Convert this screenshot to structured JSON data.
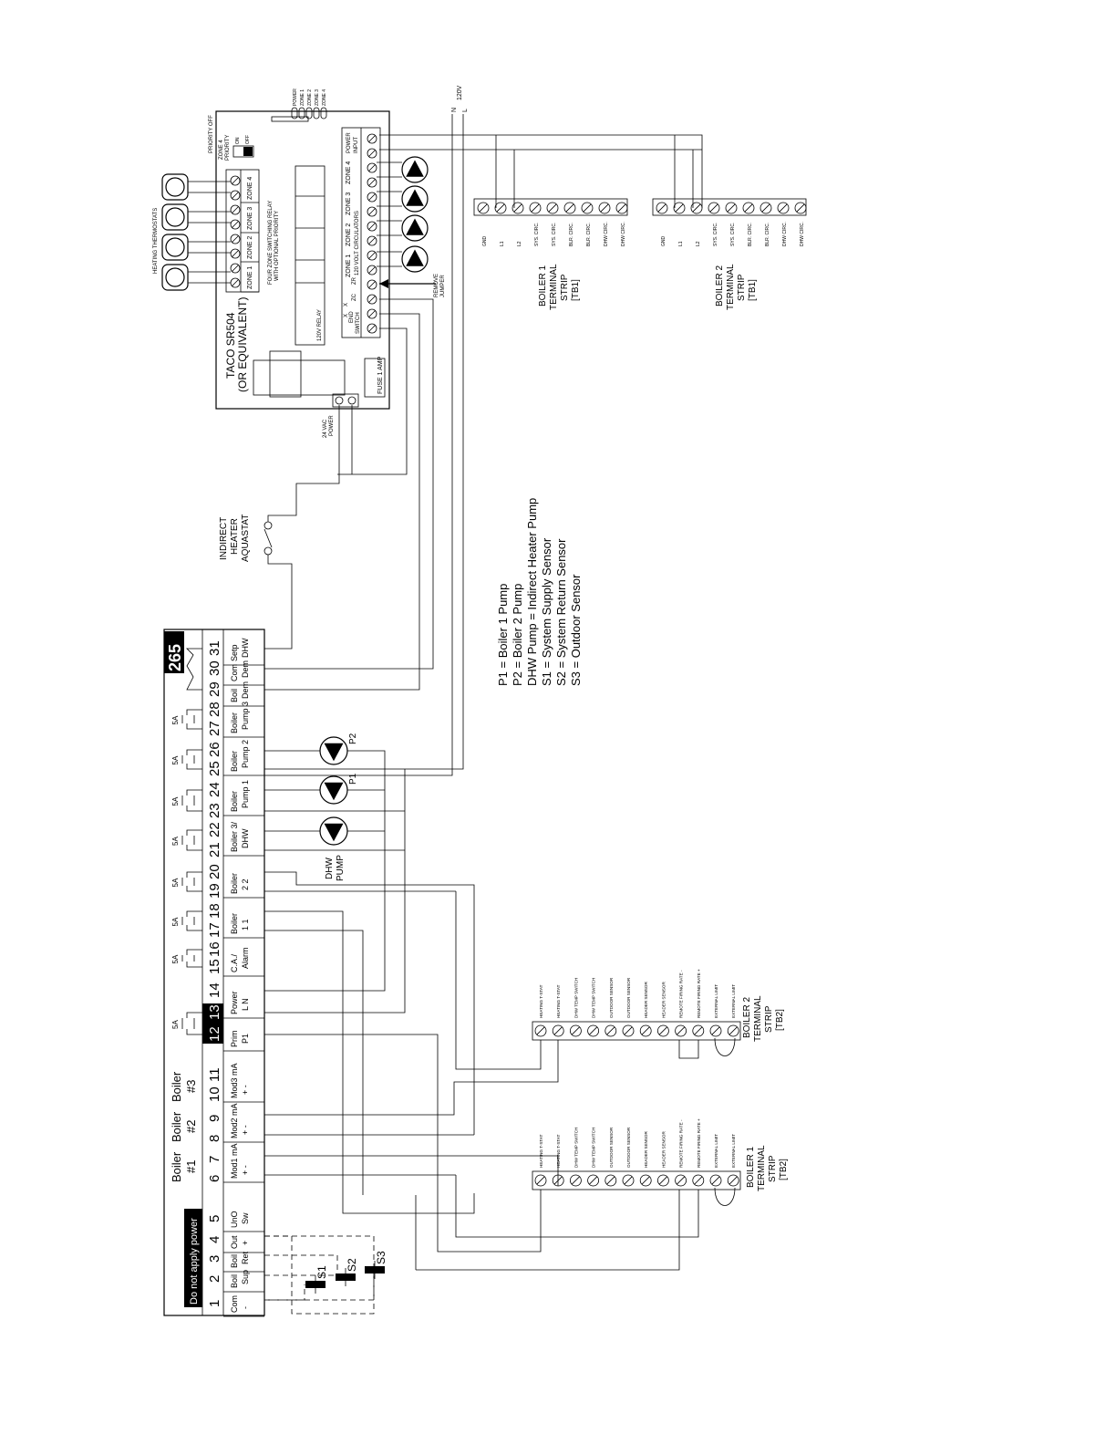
{
  "colors": {
    "ink": "#000000",
    "paper": "#ffffff"
  },
  "zone_panel": {
    "model": "TACO SR504",
    "model_sub": "(OR EQUIVALENT)",
    "relay_desc_1": "FOUR ZONE SWITCHING RELAY",
    "relay_desc_2": "WITH OPTIONAL PRIORITY",
    "relay_label": "120V RELAY",
    "fuse_label": "FUSE 1 AMP",
    "priority_off": "PRIORITY OFF",
    "zone4_priority_1": "ZONE 4",
    "zone4_priority_2": "PRIORITY",
    "switch_on": "ON",
    "switch_off": "OFF",
    "zone_labels": [
      "ZONE 1",
      "ZONE 2",
      "ZONE 3",
      "ZONE 4"
    ],
    "circulator_zone_labels": [
      "ZONE 1",
      "ZONE 2",
      "ZONE 3",
      "ZONE 4"
    ],
    "circulators_label": "120 VOLT CIRCULATORS",
    "power_input_1": "POWER",
    "power_input_2": "INPUT",
    "zc_label": "ZC",
    "zr_label": "ZR",
    "end_switch_x1": "X",
    "end_switch_x2": "X",
    "end_switch_1": "END",
    "end_switch_2": "SWITCH",
    "led_labels": [
      "POWER",
      "ZONE 1",
      "ZONE 2",
      "ZONE 3",
      "ZONE 4"
    ],
    "vac_power_1": "24 VAC",
    "vac_power_2": "POWER",
    "remove_jumper_1": "REMOVE",
    "remove_jumper_2": "JUMPER"
  },
  "thermostats_label": "HEATING THERMOSTATS",
  "supply": {
    "n": "N",
    "l": "L",
    "voltage": "120V"
  },
  "tb1_strips": [
    {
      "title_1": "BOILER 1",
      "title_2": "TERMINAL",
      "title_3": "STRIP",
      "title_4": "[TB1]",
      "terminals": [
        "GND",
        "L1",
        "L2",
        "SYS. CIRC.",
        "SYS. CIRC.",
        "BLR. CIRC.",
        "BLR. CIRC.",
        "DHW CIRC.",
        "DHW CIRC."
      ]
    },
    {
      "title_1": "BOILER 2",
      "title_2": "TERMINAL",
      "title_3": "STRIP",
      "title_4": "[TB1]",
      "terminals": [
        "GND",
        "L1",
        "L2",
        "SYS. CIRC.",
        "SYS. CIRC.",
        "BLR. CIRC.",
        "BLR. CIRC.",
        "DHW CIRC.",
        "DHW CIRC."
      ]
    }
  ],
  "tb2_strips": [
    {
      "title_1": "BOILER 2",
      "title_2": "TERMINAL",
      "title_3": "STRIP",
      "title_4": "[TB2]",
      "terminals": [
        "HEATING T-STAT",
        "HEATING T-STAT",
        "DHW TEMP SWITCH",
        "DHW TEMP SWITCH",
        "OUTDOOR SENSOR",
        "OUTDOOR SENSOR",
        "HEADER SENSOR",
        "HEADER SENSOR",
        "REMOTE FIRING RATE -",
        "REMOTE FIRING RATE +",
        "EXTERNAL LIMIT",
        "EXTERNAL LIMIT"
      ]
    },
    {
      "title_1": "BOILER 1",
      "title_2": "TERMINAL",
      "title_3": "STRIP",
      "title_4": "[TB2]",
      "terminals": [
        "HEATING T-STAT",
        "HEATING T-STAT",
        "DHW TEMP SWITCH",
        "DHW TEMP SWITCH",
        "OUTDOOR SENSOR",
        "OUTDOOR SENSOR",
        "HEADER SENSOR",
        "HEADER SENSOR",
        "REMOTE FIRING RATE -",
        "REMOTE FIRING RATE +",
        "EXTERNAL LIMIT",
        "EXTERNAL LIMIT"
      ]
    }
  ],
  "aquastat": {
    "l1": "INDIRECT",
    "l2": "HEATER",
    "l3": "AQUASTAT"
  },
  "legend": [
    "P1 = Boiler 1 Pump",
    "P2 = Boiler 2 Pump",
    "DHW Pump = Indirect Heater Pump",
    "S1 = System Supply Sensor",
    "S2 = System Return Sensor",
    "S3 = Outdoor Sensor"
  ],
  "control": {
    "model": "265",
    "warning": "Do not apply power",
    "terminals": [
      "1",
      "2",
      "3",
      "4",
      "5",
      "6",
      "7",
      "8",
      "9",
      "10",
      "11",
      "12",
      "13",
      "14",
      "15",
      "16",
      "17",
      "18",
      "19",
      "20",
      "21",
      "22",
      "23",
      "24",
      "25",
      "26",
      "27",
      "28",
      "29",
      "30",
      "31"
    ],
    "groups": [
      {
        "l1": "Com",
        "l2": "-"
      },
      {
        "l1": "Boil",
        "l2": "Sup"
      },
      {
        "l1": "Boil",
        "l2": "Ret"
      },
      {
        "l1": "Out",
        "l2": "+"
      },
      {
        "l1": "UnO",
        "l2": "Sw"
      },
      {
        "l1": "Mod1 mA",
        "l2": "+      -"
      },
      {
        "l1": "Mod2 mA",
        "l2": "+      -"
      },
      {
        "l1": "Mod3 mA",
        "l2": "+      -"
      },
      {
        "l1": "Prim",
        "l2": "P1"
      },
      {
        "l1": "Power",
        "l2": "L      N"
      },
      {
        "l1": "C.A./",
        "l2": "Alarm"
      },
      {
        "l1": "Boiler",
        "l2": "1      1"
      },
      {
        "l1": "Boiler",
        "l2": "2      2"
      },
      {
        "l1": "Boiler 3/",
        "l2": "DHW"
      },
      {
        "l1": "Boiler",
        "l2": "Pump 1"
      },
      {
        "l1": "Boiler",
        "l2": "Pump 2"
      },
      {
        "l1": "Boiler",
        "l2": "Pump 3"
      },
      {
        "l1": "Boil",
        "l2": "Dem"
      },
      {
        "l1": "Com",
        "l2": "Dem"
      },
      {
        "l1": "Setp",
        "l2": "DHW"
      }
    ],
    "boiler_headers": [
      {
        "l1": "Boiler",
        "l2": "#1"
      },
      {
        "l1": "Boiler",
        "l2": "#2"
      },
      {
        "l1": "Boiler",
        "l2": "#3"
      }
    ],
    "relay_amps": [
      "5A",
      "5A",
      "5A",
      "5A",
      "5A",
      "5A",
      "5A",
      "5A"
    ]
  },
  "pumps": [
    {
      "name": "P2"
    },
    {
      "name": "P1"
    },
    {
      "name": "DHW",
      "name2": "PUMP"
    }
  ],
  "sensors": [
    "S1",
    "S2",
    "S3"
  ]
}
